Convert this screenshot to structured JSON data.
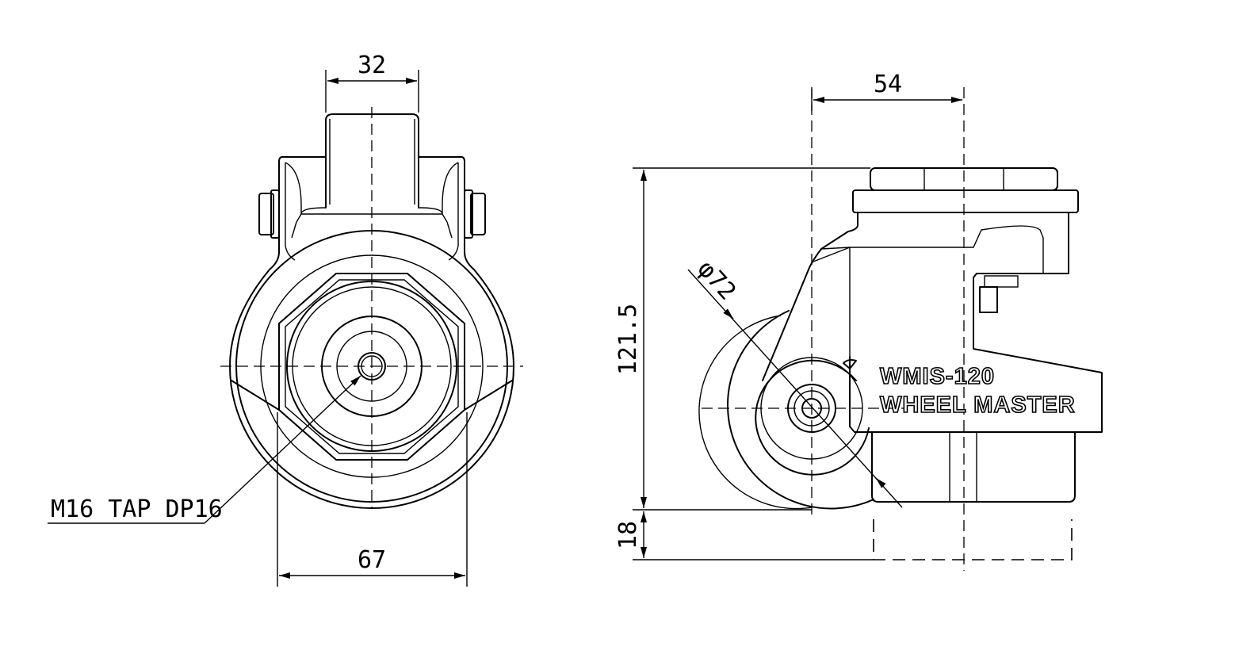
{
  "drawing": {
    "front_view": {
      "dim_top_width": "32",
      "dim_bottom_width": "67",
      "callout_tap": "M16 TAP DP16"
    },
    "side_view": {
      "dim_top_offset": "54",
      "dim_height": "121.5",
      "dim_adjust": "18",
      "dim_wheel_diameter": "φ72",
      "model_label": "WMIS-120",
      "brand_label": "WHEEL MASTER"
    }
  }
}
